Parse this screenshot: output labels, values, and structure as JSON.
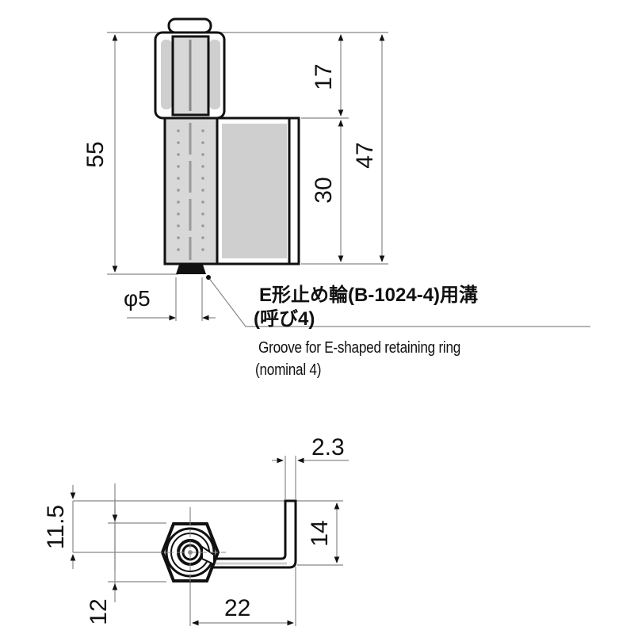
{
  "drawing": {
    "front_view": {
      "dimensions": {
        "overall_height": "55",
        "top_section": "17",
        "leaf_height": "30",
        "side_height": "47",
        "pin_diameter": "φ5"
      },
      "note": {
        "jp_line1": "E形止め輪(B-1024-4)用溝",
        "jp_line2": "(呼び4)",
        "en_line1": "Groove for E-shaped retaining ring",
        "en_line2": "(nominal 4)"
      }
    },
    "top_view": {
      "dimensions": {
        "plate_thickness": "2.3",
        "upper_offset": "11.5",
        "lower_offset": "12",
        "arm_length": "14",
        "center_to_edge": "22"
      }
    },
    "colors": {
      "line": "#111111",
      "fill_gray": "#cfcfcf",
      "dim_line": "#888888"
    }
  }
}
